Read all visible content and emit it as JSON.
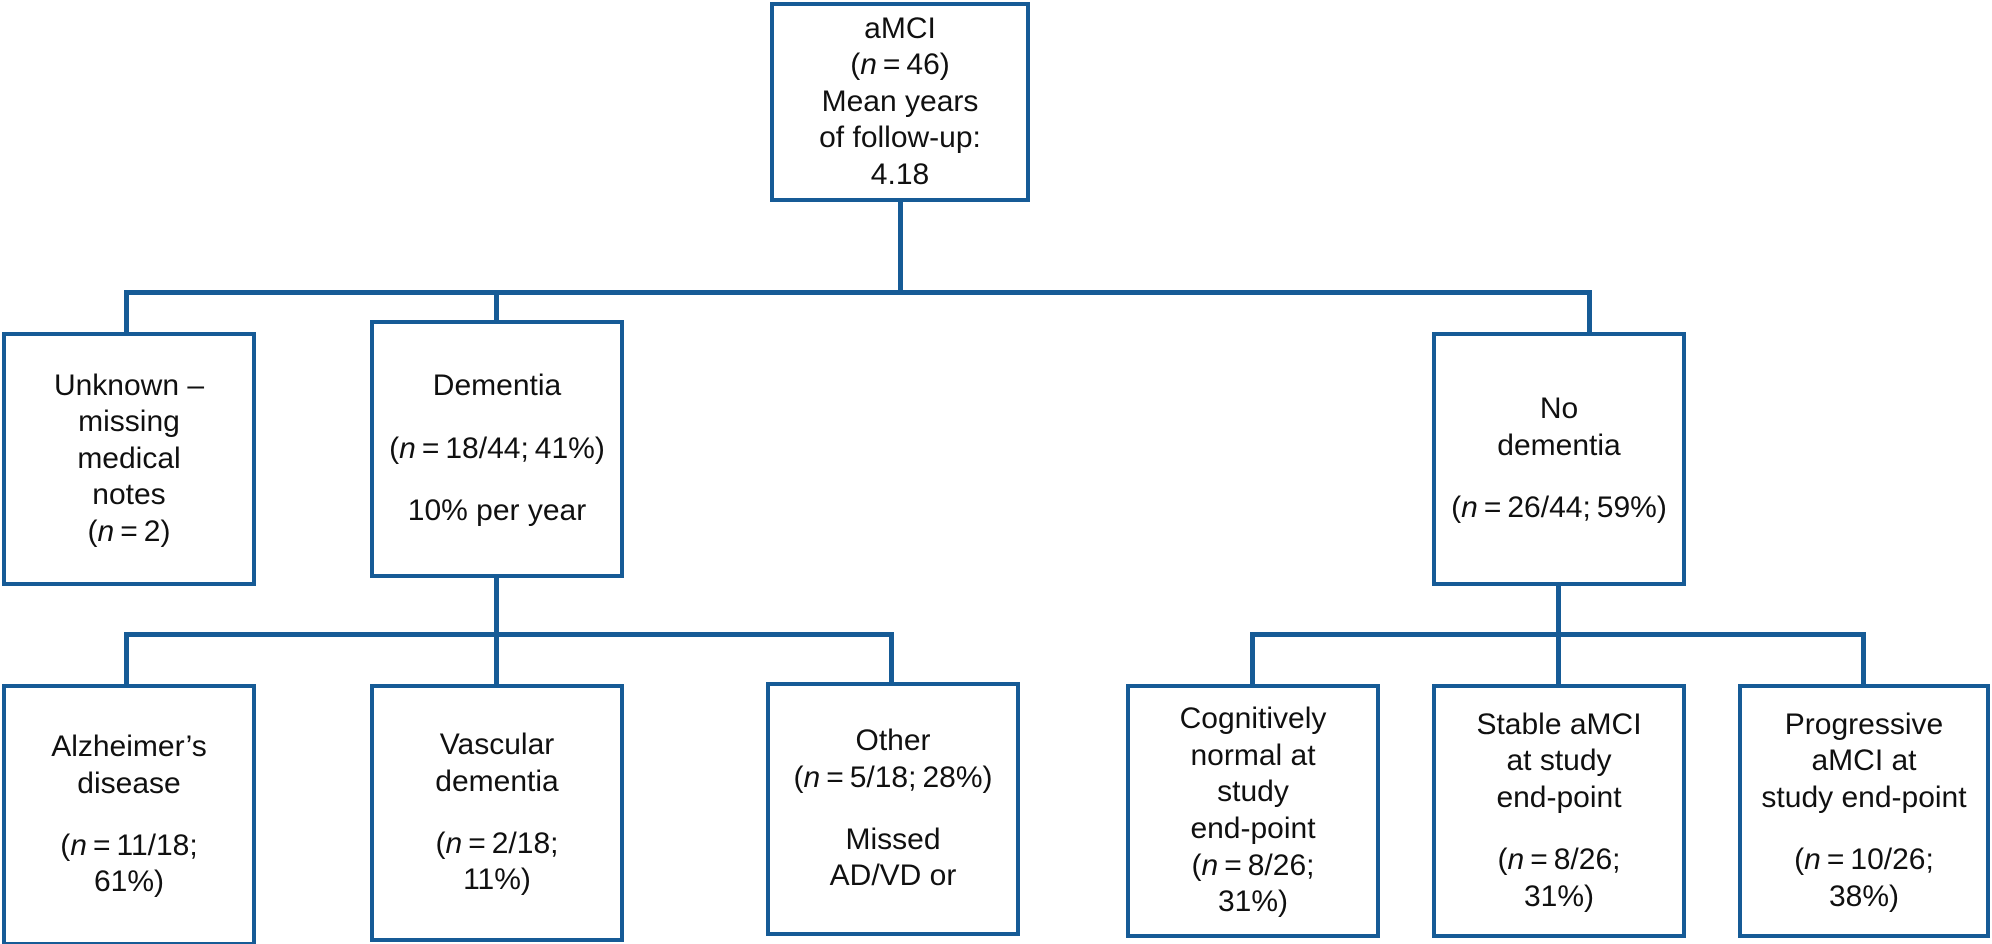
{
  "diagram": {
    "title": "aMCI follow-up outcome flowchart",
    "accent_color": "#165b96",
    "text_color": "#101010",
    "background_color": "#ffffff",
    "nodes": {
      "root": {
        "id": "amci-root",
        "lines": [
          "aMCI",
          "(n = 46)",
          "Mean years",
          "of follow-up:",
          "4.18"
        ]
      },
      "unknown": {
        "id": "unknown-missing-notes",
        "lines": [
          "Unknown –",
          "missing",
          "medical",
          "notes",
          "(n = 2)"
        ]
      },
      "dementia": {
        "id": "dementia",
        "lines": [
          "Dementia",
          "",
          "(n = 18/44; 41%)",
          "",
          "10% per year"
        ]
      },
      "no_dementia": {
        "id": "no-dementia",
        "lines": [
          "No",
          "dementia",
          "",
          "(n = 26/44; 59%)"
        ]
      },
      "alzheimers": {
        "id": "alzheimers-disease",
        "lines": [
          "Alzheimer’s",
          "disease",
          "",
          "(n = 11/18;",
          "61%)"
        ]
      },
      "vascular": {
        "id": "vascular-dementia",
        "lines": [
          "Vascular",
          "dementia",
          "",
          "(n = 2/18;",
          "11%)"
        ]
      },
      "other": {
        "id": "other-dementia",
        "lines": [
          "Other",
          "(n = 5/18; 28%)",
          "",
          "Missed",
          "AD/VD or"
        ]
      },
      "cognitively_normal": {
        "id": "cognitively-normal",
        "lines": [
          "Cognitively",
          "normal at",
          "study",
          "end-point",
          "(n = 8/26;",
          "31%)"
        ]
      },
      "stable_amci": {
        "id": "stable-amci",
        "lines": [
          "Stable aMCI",
          "at study",
          "end-point",
          "",
          "(n = 8/26;",
          "31%)"
        ]
      },
      "progressive_amci": {
        "id": "progressive-amci",
        "lines": [
          "Progressive",
          "aMCI at",
          "study end-point",
          "",
          "(n = 10/26;",
          "38%)"
        ]
      }
    },
    "chart_data": {
      "type": "diagram",
      "title": "aMCI follow-up outcome flowchart",
      "total_n": 46,
      "mean_years_follow_up": 4.18,
      "levels": [
        {
          "level": 1,
          "items": [
            {
              "label": "aMCI",
              "n": 46,
              "note": "Mean years of follow-up: 4.18"
            }
          ]
        },
        {
          "level": 2,
          "items": [
            {
              "label": "Unknown – missing medical notes",
              "n": 2
            },
            {
              "label": "Dementia",
              "n": 18,
              "denominator": 44,
              "percent": 41,
              "note": "10% per year"
            },
            {
              "label": "No dementia",
              "n": 26,
              "denominator": 44,
              "percent": 59
            }
          ]
        },
        {
          "level": 3,
          "parent_dementia": [
            {
              "label": "Alzheimer’s disease",
              "n": 11,
              "denominator": 18,
              "percent": 61
            },
            {
              "label": "Vascular dementia",
              "n": 2,
              "denominator": 18,
              "percent": 11
            },
            {
              "label": "Other",
              "n": 5,
              "denominator": 18,
              "percent": 28,
              "note": "Missed AD/VD or"
            }
          ],
          "parent_no_dementia": [
            {
              "label": "Cognitively normal at study end-point",
              "n": 8,
              "denominator": 26,
              "percent": 31
            },
            {
              "label": "Stable aMCI at study end-point",
              "n": 8,
              "denominator": 26,
              "percent": 31
            },
            {
              "label": "Progressive aMCI at study end-point",
              "n": 10,
              "denominator": 26,
              "percent": 38
            }
          ]
        }
      ]
    }
  }
}
